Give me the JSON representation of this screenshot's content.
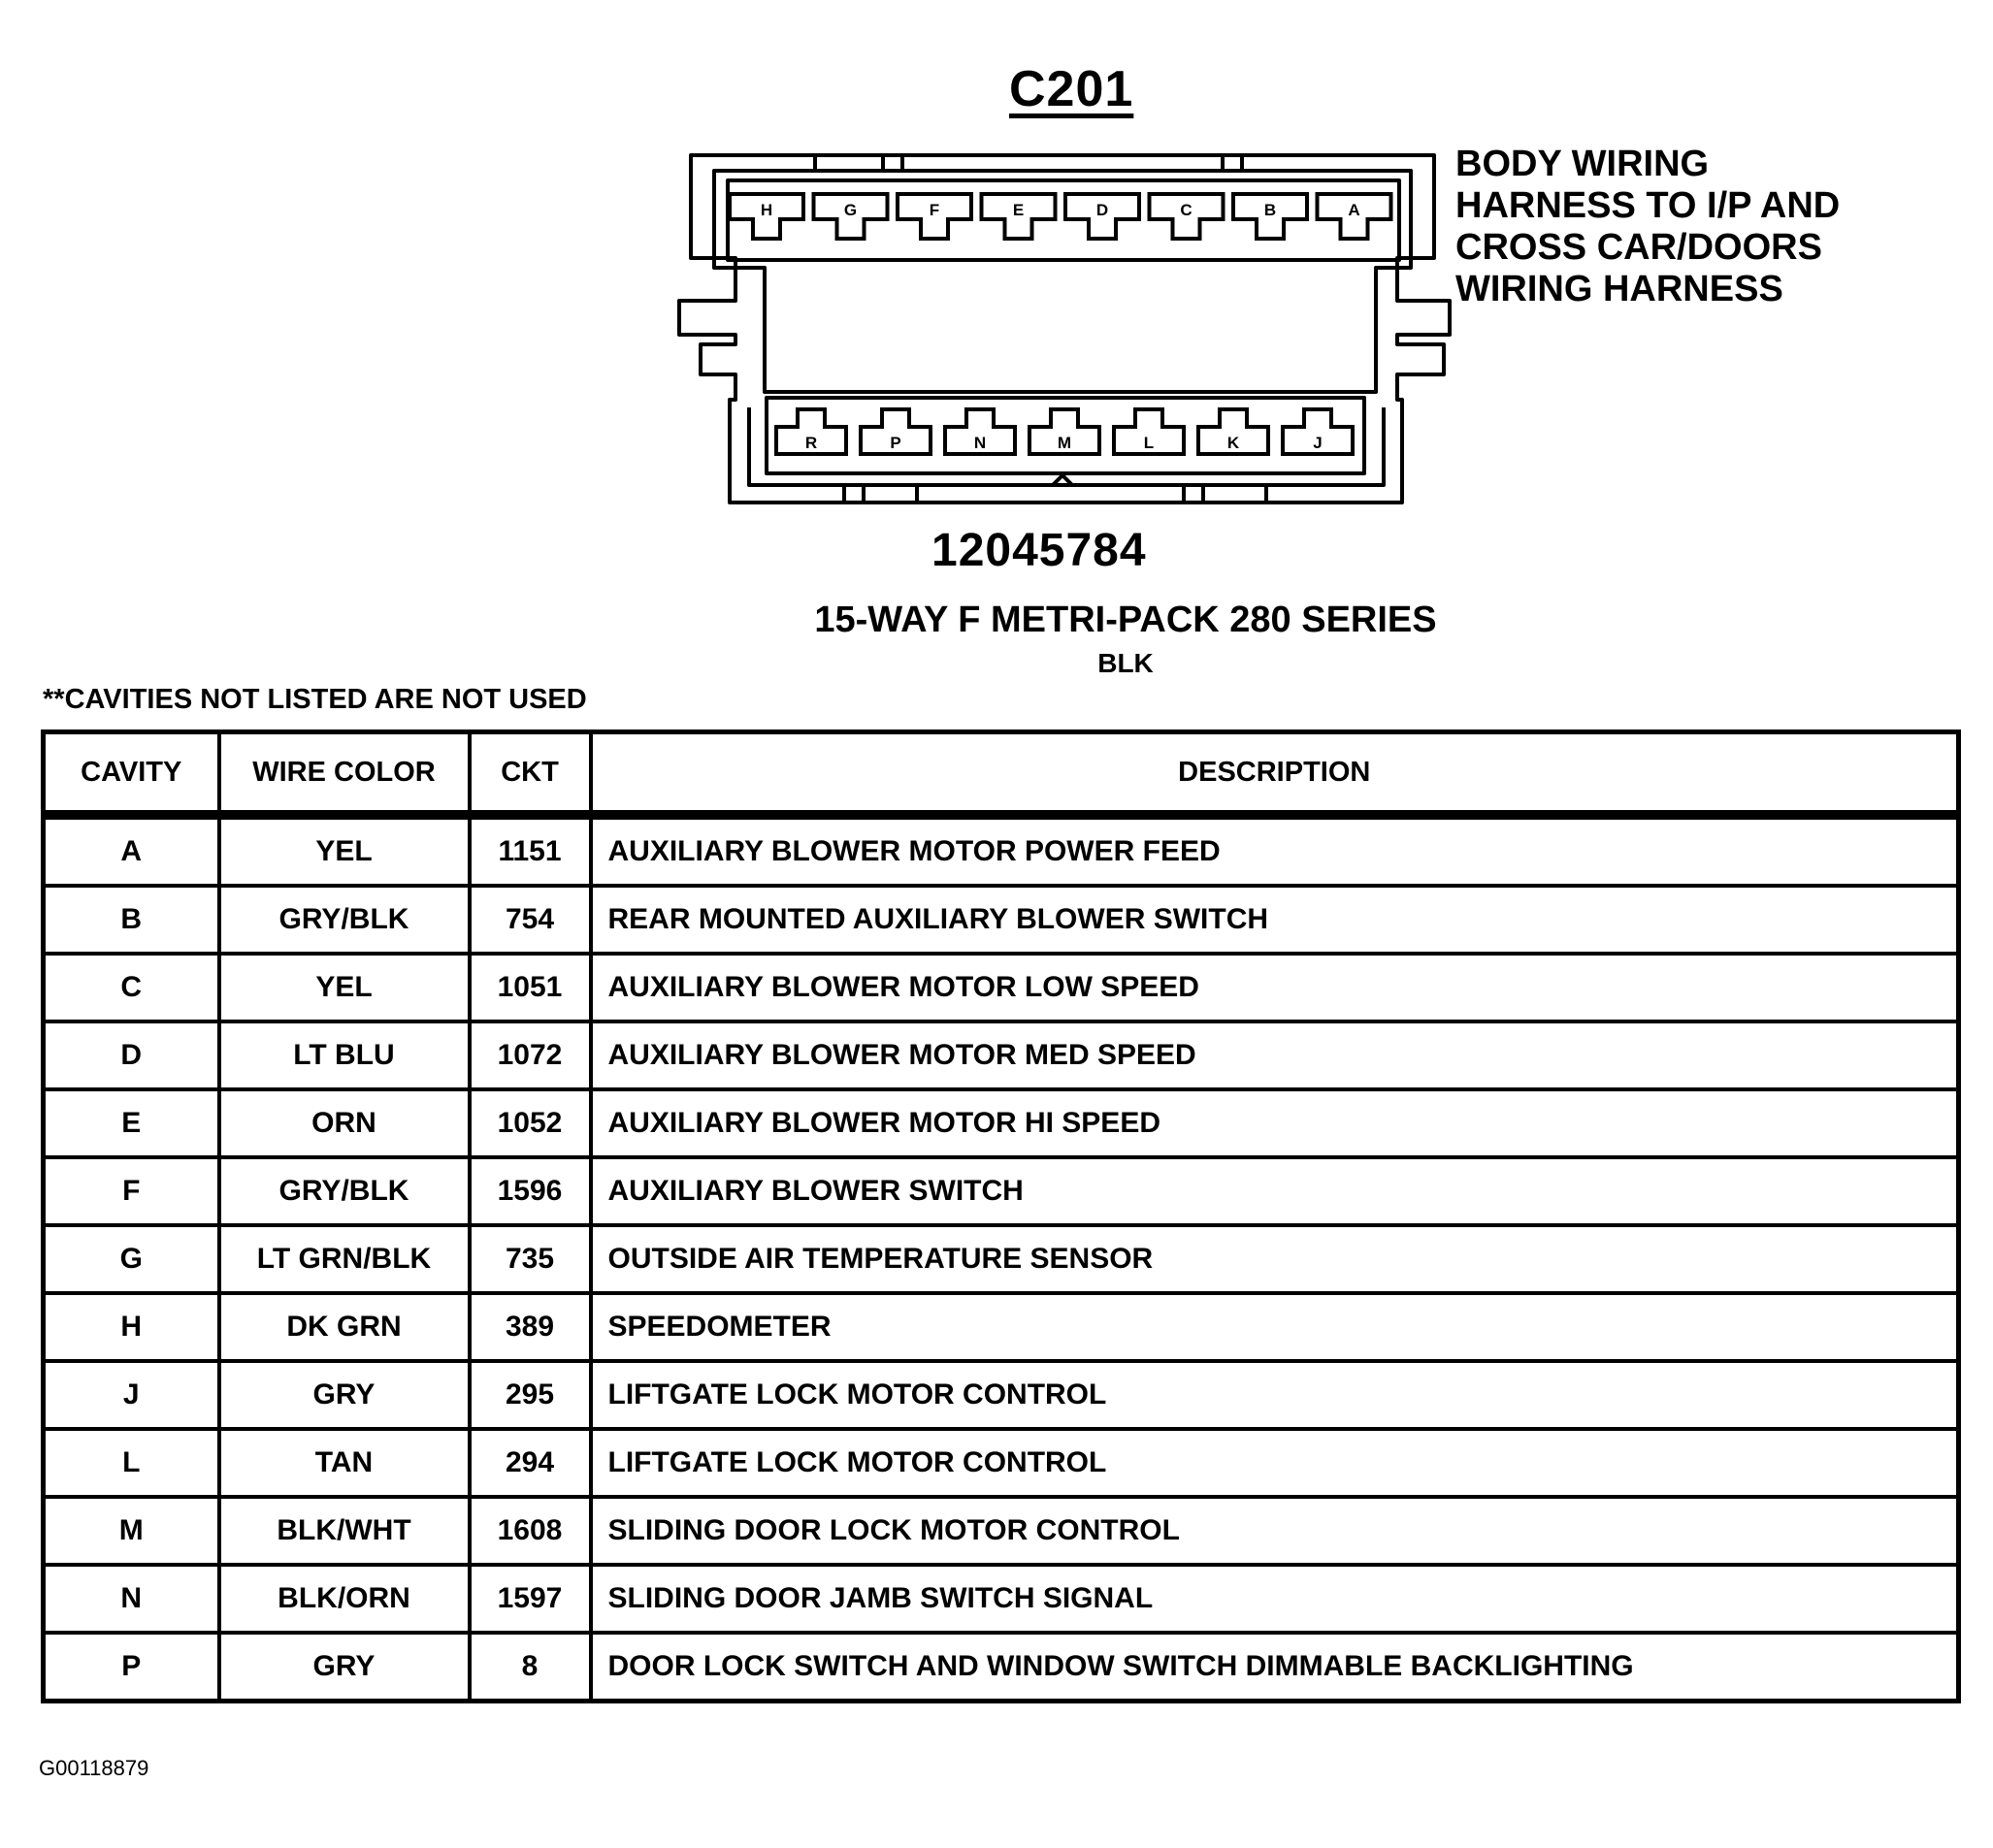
{
  "connector": {
    "id": "C201",
    "harness_label_lines": [
      "BODY WIRING",
      "HARNESS TO I/P AND",
      "CROSS CAR/DOORS",
      "WIRING HARNESS"
    ],
    "part_number": "12045784",
    "series": "15-WAY F METRI-PACK 280 SERIES",
    "color": "BLK",
    "top_row_cavities": [
      "H",
      "G",
      "F",
      "E",
      "D",
      "C",
      "B",
      "A"
    ],
    "bottom_row_cavities": [
      "R",
      "P",
      "N",
      "M",
      "L",
      "K",
      "J"
    ]
  },
  "note": "**CAVITIES NOT LISTED ARE NOT USED",
  "table": {
    "headers": {
      "cavity": "CAVITY",
      "wire_color": "WIRE COLOR",
      "ckt": "CKT",
      "description": "DESCRIPTION"
    },
    "rows": [
      {
        "cavity": "A",
        "wire_color": "YEL",
        "ckt": "1151",
        "description": "AUXILIARY BLOWER MOTOR POWER FEED"
      },
      {
        "cavity": "B",
        "wire_color": "GRY/BLK",
        "ckt": "754",
        "description": "REAR MOUNTED AUXILIARY BLOWER SWITCH"
      },
      {
        "cavity": "C",
        "wire_color": "YEL",
        "ckt": "1051",
        "description": "AUXILIARY BLOWER MOTOR LOW SPEED"
      },
      {
        "cavity": "D",
        "wire_color": "LT BLU",
        "ckt": "1072",
        "description": "AUXILIARY BLOWER MOTOR MED SPEED"
      },
      {
        "cavity": "E",
        "wire_color": "ORN",
        "ckt": "1052",
        "description": "AUXILIARY BLOWER MOTOR HI SPEED"
      },
      {
        "cavity": "F",
        "wire_color": "GRY/BLK",
        "ckt": "1596",
        "description": "AUXILIARY BLOWER SWITCH"
      },
      {
        "cavity": "G",
        "wire_color": "LT GRN/BLK",
        "ckt": "735",
        "description": "OUTSIDE AIR TEMPERATURE SENSOR"
      },
      {
        "cavity": "H",
        "wire_color": "DK GRN",
        "ckt": "389",
        "description": "SPEEDOMETER"
      },
      {
        "cavity": "J",
        "wire_color": "GRY",
        "ckt": "295",
        "description": "LIFTGATE LOCK MOTOR CONTROL"
      },
      {
        "cavity": "L",
        "wire_color": "TAN",
        "ckt": "294",
        "description": "LIFTGATE LOCK MOTOR CONTROL"
      },
      {
        "cavity": "M",
        "wire_color": "BLK/WHT",
        "ckt": "1608",
        "description": "SLIDING DOOR LOCK MOTOR CONTROL"
      },
      {
        "cavity": "N",
        "wire_color": "BLK/ORN",
        "ckt": "1597",
        "description": "SLIDING DOOR JAMB SWITCH SIGNAL"
      },
      {
        "cavity": "P",
        "wire_color": "GRY",
        "ckt": "8",
        "description": "DOOR LOCK SWITCH AND WINDOW SWITCH DIMMABLE BACKLIGHTING"
      }
    ]
  },
  "diagram_id": "G00118879"
}
